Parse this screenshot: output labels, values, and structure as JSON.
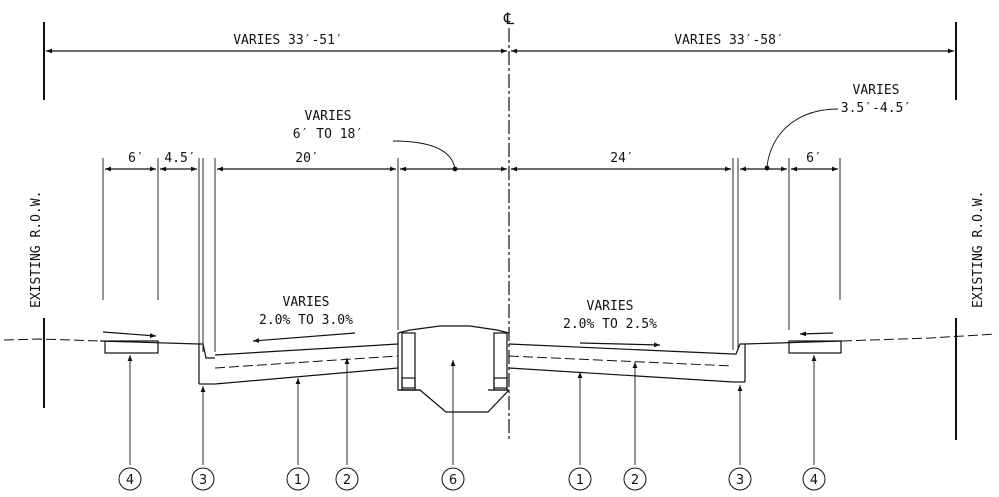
{
  "overall_dims": {
    "left": "VARIES 33′-51′",
    "right": "VARIES 33′-58′"
  },
  "centerline_label": "℄",
  "row_label": "EXISTING R.O.W.",
  "median_note": {
    "line1": "VARIES",
    "line2": "6′ TO 18′"
  },
  "right_buffer_note": {
    "line1": "VARIES",
    "line2": "3.5′-4.5′"
  },
  "dims": {
    "left_sidewalk": "6′",
    "left_buffer": "4.5′",
    "left_lanes": "20′",
    "right_lanes": "24′",
    "right_sidewalk": "6′"
  },
  "slopes": {
    "left": {
      "line1": "VARIES",
      "line2": "2.0% TO 3.0%"
    },
    "right": {
      "line1": "VARIES",
      "line2": "2.0% TO 2.5%"
    }
  },
  "callouts": [
    "4",
    "3",
    "1",
    "2",
    "6",
    "1",
    "2",
    "3",
    "4"
  ]
}
